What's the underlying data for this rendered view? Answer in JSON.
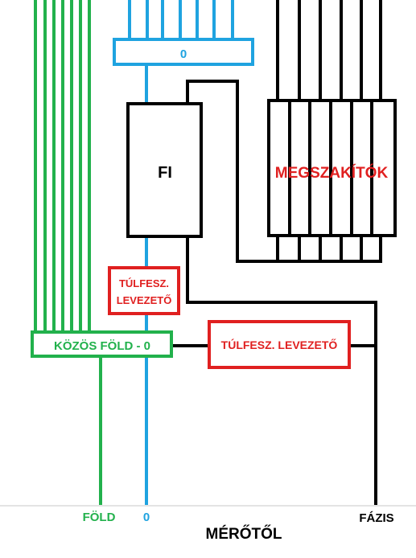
{
  "labels": {
    "neutral_bus": "0",
    "fi": "FI",
    "breakers": "MEGSZAKÍTÓK",
    "surge_vertical_line1": "TÚLFESZ.",
    "surge_vertical_line2": "LEVEZETŐ",
    "common_ground": "KÖZÖS FÖLD - 0",
    "surge_horizontal": "TÚLFESZ. LEVEZETŐ",
    "bottom_ground": "FÖLD",
    "bottom_neutral": "0",
    "bottom_phase": "FÁZIS",
    "from_meter": "MÉRŐTŐL"
  },
  "colors": {
    "ground": "#22b14c",
    "neutral": "#1fa3e0",
    "phase": "#000000",
    "surge_box": "#e02020",
    "breakers_text": "#e02020"
  }
}
